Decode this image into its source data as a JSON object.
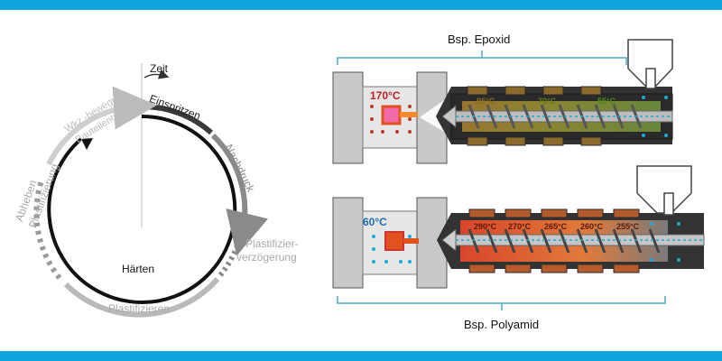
{
  "cycle": {
    "time_label": "Zeit",
    "steps": {
      "einspritzen": "Einspritzen",
      "nachdruck": "Nachdruck",
      "plastifizier": "Plastifizier-",
      "verzoegerung": "verzögerung",
      "plastifizieren": "Plastifizieren",
      "abheben": "Abheben",
      "plastifizierung": "Plastifizierung",
      "wkz_bewegung": "Wkz.-bewegung",
      "bauteilentnahme": "Bauteilentnahme",
      "haerten": "Härten"
    }
  },
  "epoxid": {
    "title": "Bsp. Epoxid",
    "mold_temp": "170°C",
    "zone_temps": [
      "95°C",
      "70°C",
      "55°C"
    ]
  },
  "polyamid": {
    "title": "Bsp. Polyamid",
    "mold_temp": "60°C",
    "zone_temps": [
      "290°C",
      "270°C",
      "265°C",
      "260°C",
      "255°C"
    ]
  },
  "colors": {
    "banner": "#11a3dc",
    "bracket": "#4fa8c8",
    "hot": "#e2521e",
    "mold_grey": "#c8c8c8"
  }
}
